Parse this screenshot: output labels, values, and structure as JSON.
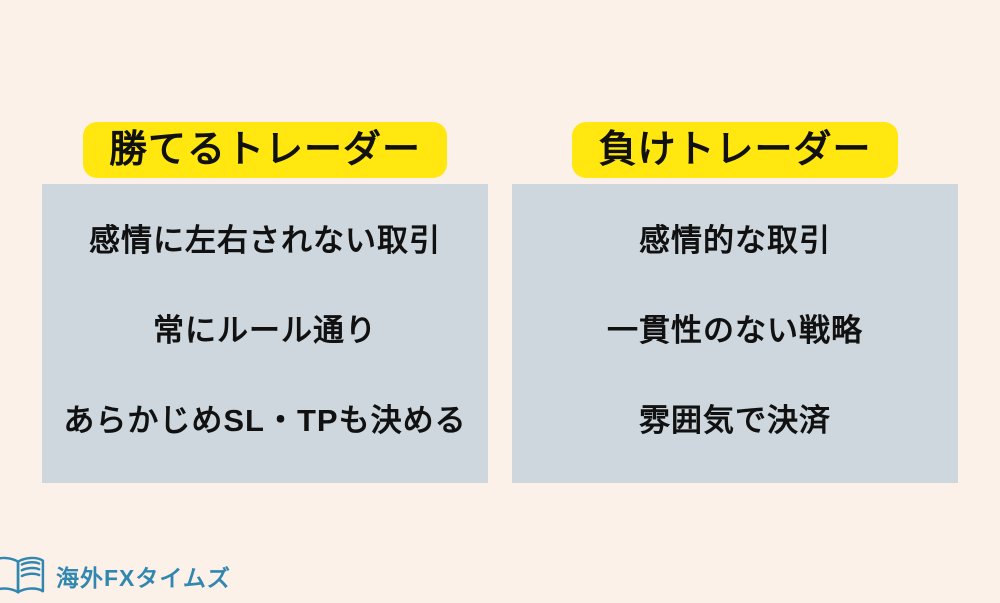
{
  "page": {
    "background_color": "#fbf1e9",
    "accent_yellow": "#ffe70f",
    "panel_color": "#cdd7dd",
    "text_color": "#111111",
    "logo_color": "#3187b0"
  },
  "columns": [
    {
      "label": "勝てるトレーダー",
      "items": [
        "感情に左右されない取引",
        "常にルール通り",
        "あらかじめSL・TPも決める"
      ]
    },
    {
      "label": "負けトレーダー",
      "items": [
        "感情的な取引",
        "一貫性のない戦略",
        "雰囲気で決済"
      ]
    }
  ],
  "logo": {
    "text": "海外FXタイムズ",
    "icon": "open-book-icon"
  }
}
